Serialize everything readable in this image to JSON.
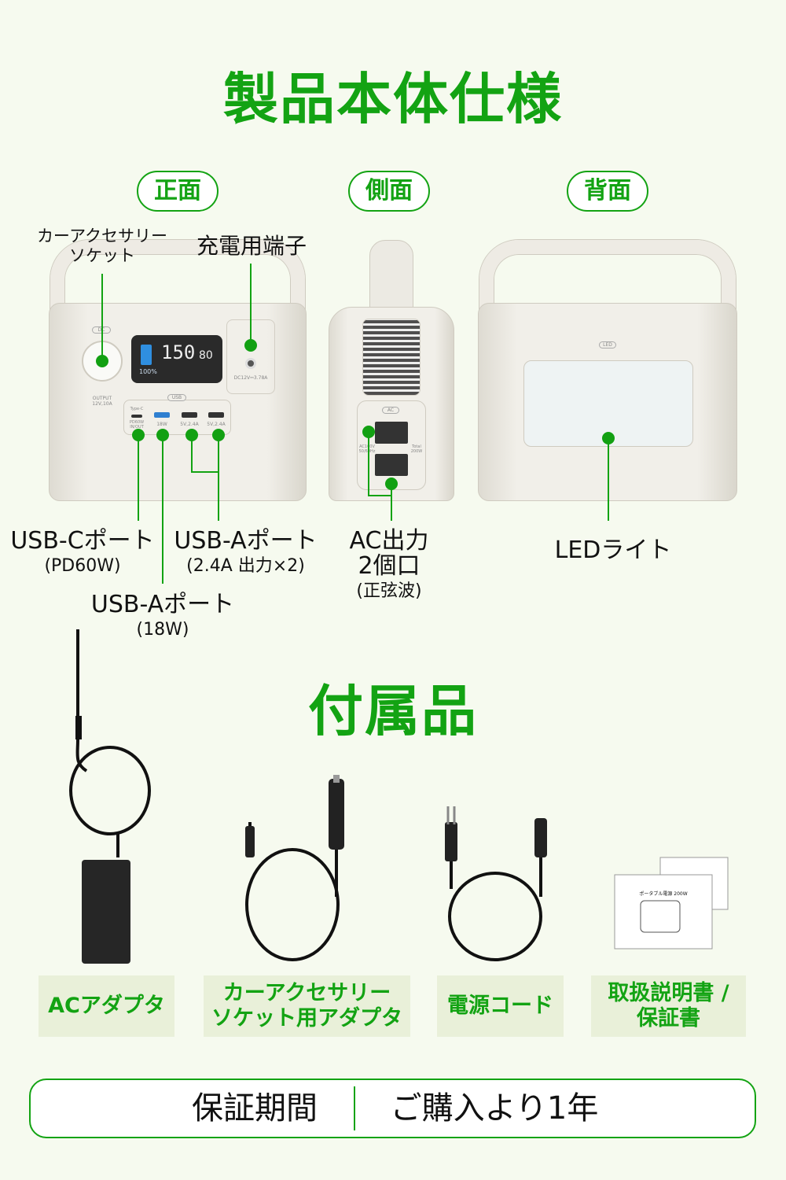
{
  "title": "製品本体仕様",
  "views": {
    "front": "正面",
    "side": "側面",
    "back": "背面"
  },
  "front_labels": {
    "car_socket": [
      "カーアクセサリー",
      "ソケット"
    ],
    "charge_port": "充電用端子",
    "usb_c": {
      "name": "USB-Cポート",
      "detail": "(PD60W)"
    },
    "usb_a_24": {
      "name": "USB-Aポート",
      "detail": "(2.4A 出力×2)"
    },
    "usb_a_18": {
      "name": "USB-Aポート",
      "detail": "(18W)"
    }
  },
  "side_labels": {
    "ac": [
      "AC出力",
      "2個口"
    ],
    "ac_detail": "(正弦波)"
  },
  "back_labels": {
    "led": "LEDライト"
  },
  "device_print": {
    "dc": "DC",
    "output": "OUTPUT",
    "output_spec": "12V,10A",
    "usb": "USB",
    "typec": "Type-C",
    "pd": "PD60W IN/OUT",
    "w18": "18W",
    "a1": "5V,2.4A",
    "a2": "5V,2.4A",
    "lcd_main": "150",
    "lcd_right": "80",
    "lcd_pct": "100%",
    "dc_in": "DC12V⎓3.78A",
    "ac": "AC",
    "ac_spec": "AC100V 50/60Hz",
    "total": "Total 200W",
    "led": "LED"
  },
  "accessories_title": "付属品",
  "accessories": [
    {
      "label": "ACアダプタ"
    },
    {
      "label": "カーアクセサリー\nソケット用アダプタ"
    },
    {
      "label": "電源コード"
    },
    {
      "label": "取扱説明書 /\n保証書"
    }
  ],
  "manual_print": {
    "title": "ポータブル電源 200W"
  },
  "warranty": {
    "label": "保証期間",
    "value": "ご購入より1年"
  },
  "colors": {
    "accent": "#13a313",
    "background": "#f6faef",
    "label_bg": "#e9f0d9"
  }
}
